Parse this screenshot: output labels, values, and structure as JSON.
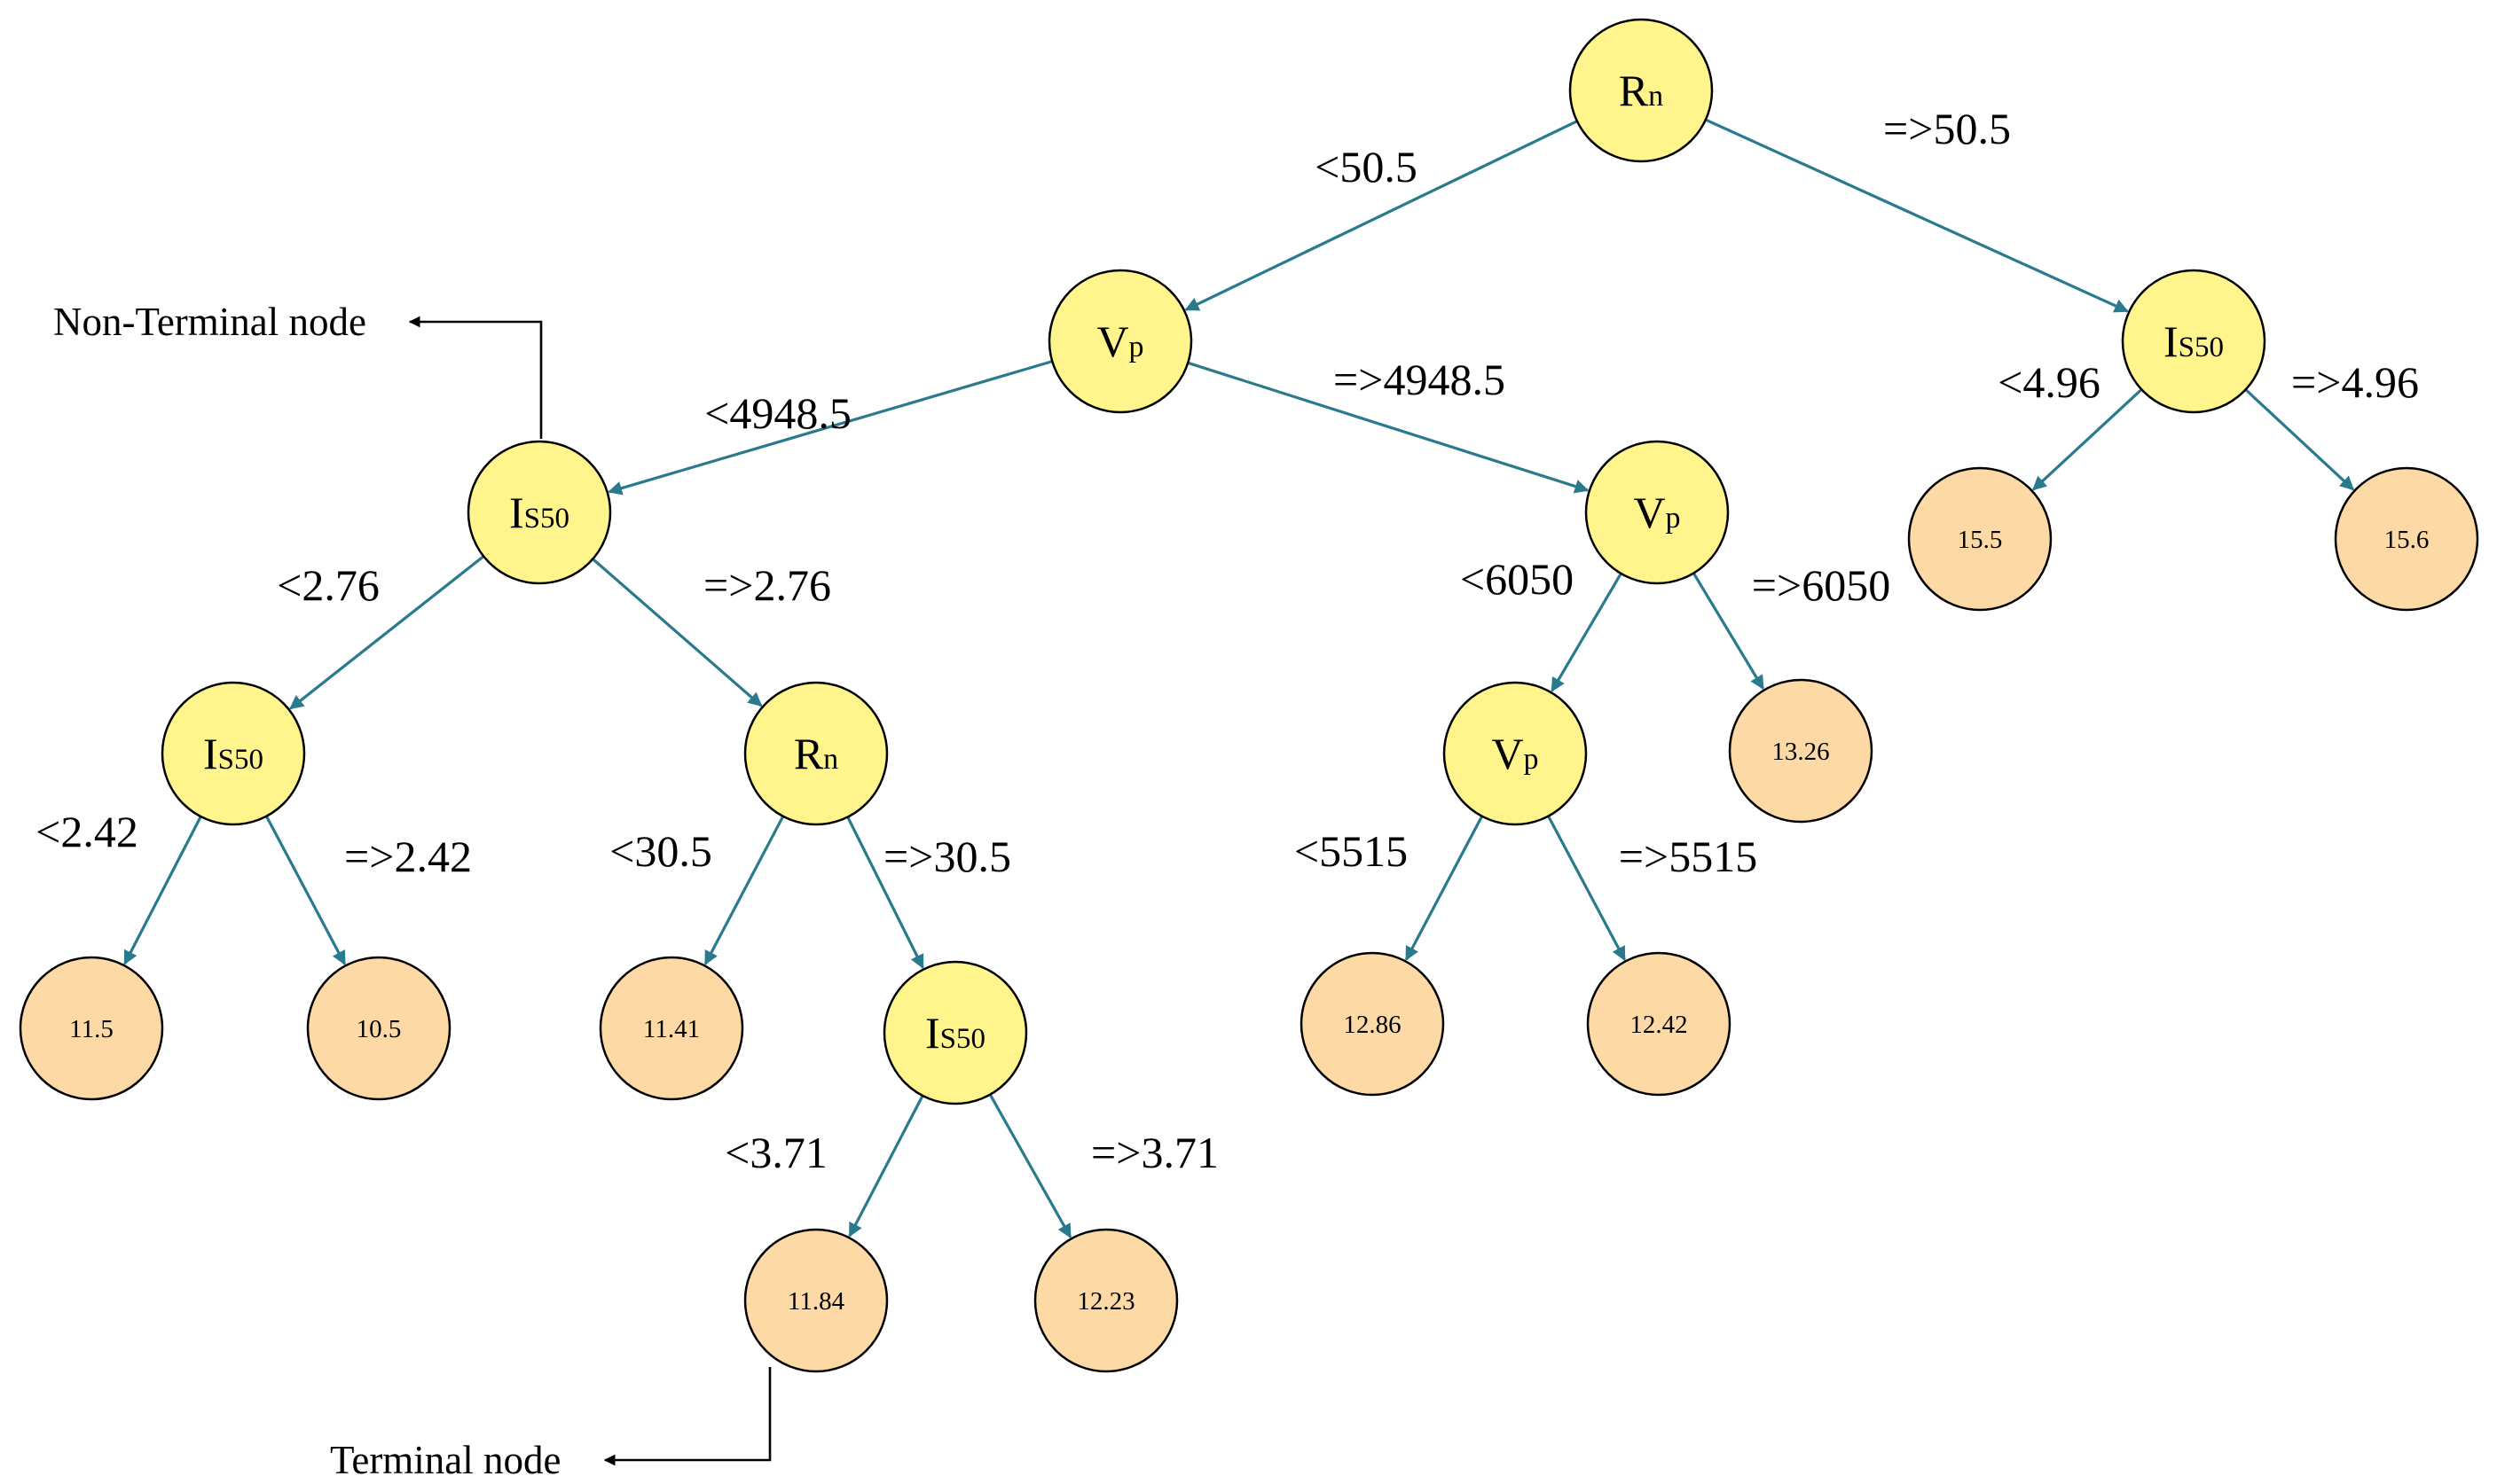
{
  "colors": {
    "decision_fill": "#fff58c",
    "terminal_fill": "#fdd9a5",
    "edge": "#2a7a8e",
    "text": "#000000"
  },
  "callouts": {
    "non_terminal": "Non-Terminal node",
    "terminal": "Terminal node"
  },
  "nodes": [
    {
      "id": "n1",
      "kind": "decision",
      "main": "R",
      "sub": "n"
    },
    {
      "id": "n2",
      "kind": "decision",
      "main": "V",
      "sub": "p"
    },
    {
      "id": "n3",
      "kind": "decision",
      "main": "I",
      "sub": "S50"
    },
    {
      "id": "n4",
      "kind": "decision",
      "main": "V",
      "sub": "p"
    },
    {
      "id": "n5",
      "kind": "decision",
      "main": "I",
      "sub": "S50"
    },
    {
      "id": "n6",
      "kind": "decision",
      "main": "R",
      "sub": "n"
    },
    {
      "id": "n7",
      "kind": "decision",
      "main": "V",
      "sub": "p"
    },
    {
      "id": "n8",
      "kind": "decision",
      "main": "I",
      "sub": "S50"
    },
    {
      "id": "l1",
      "kind": "terminal",
      "value": "15.5"
    },
    {
      "id": "l2",
      "kind": "terminal",
      "value": "15.6"
    },
    {
      "id": "l3",
      "kind": "terminal",
      "value": "13.26"
    },
    {
      "id": "l4",
      "kind": "terminal",
      "value": "11.5"
    },
    {
      "id": "l5",
      "kind": "terminal",
      "value": "10.5"
    },
    {
      "id": "l6",
      "kind": "terminal",
      "value": "11.41"
    },
    {
      "id": "l7",
      "kind": "terminal",
      "value": "12.86"
    },
    {
      "id": "l8",
      "kind": "terminal",
      "value": "12.42"
    },
    {
      "id": "l9",
      "kind": "terminal",
      "value": "11.84"
    },
    {
      "id": "l10",
      "kind": "terminal",
      "value": "12.23"
    }
  ],
  "edges": [
    {
      "from": "n1",
      "to": "n2",
      "label": "<50.5"
    },
    {
      "from": "n1",
      "to": "n3",
      "label": "=>50.5"
    },
    {
      "from": "n2",
      "to": "n5",
      "label": "<4948.5"
    },
    {
      "from": "n2",
      "to": "n4",
      "label": "=>4948.5"
    },
    {
      "from": "n3",
      "to": "l1",
      "label": "<4.96"
    },
    {
      "from": "n3",
      "to": "l2",
      "label": "=>4.96"
    },
    {
      "from": "n5",
      "to": "n8",
      "label": "<2.76"
    },
    {
      "from": "n5",
      "to": "n6",
      "label": "=>2.76"
    },
    {
      "from": "n4",
      "to": "n7",
      "label": "<6050"
    },
    {
      "from": "n4",
      "to": "l3",
      "label": "=>6050"
    },
    {
      "from": "n8",
      "to": "l4",
      "label": "<2.42"
    },
    {
      "from": "n8",
      "to": "l5",
      "label": "=>2.42"
    },
    {
      "from": "n6",
      "to": "l6",
      "label": "<30.5"
    },
    {
      "from": "n6",
      "to": "n9",
      "label": "=>30.5"
    },
    {
      "from": "n7",
      "to": "l7",
      "label": "<5515"
    },
    {
      "from": "n7",
      "to": "l8",
      "label": "=>5515"
    },
    {
      "from": "n9",
      "to": "l9",
      "label": "<3.71"
    },
    {
      "from": "n9",
      "to": "l10",
      "label": "=>3.71"
    }
  ],
  "extra_nodes": [
    {
      "id": "n9",
      "kind": "decision",
      "main": "I",
      "sub": "S50"
    }
  ]
}
